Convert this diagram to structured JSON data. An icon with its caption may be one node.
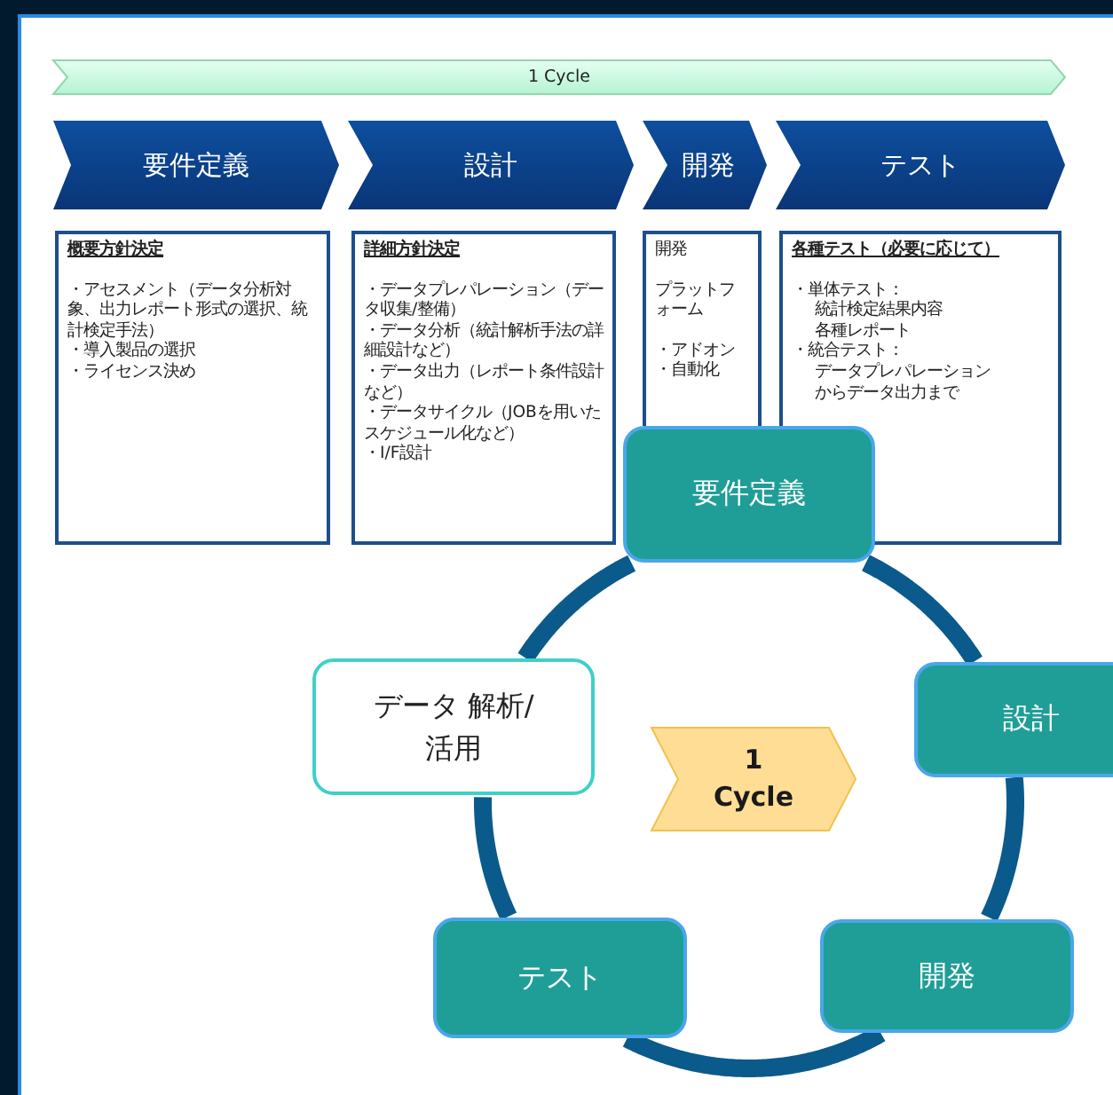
{
  "diagram": {
    "nodes": [
      {
        "text": [
          "1 Cycle"
        ]
      },
      {
        "text": [
          "要件定義"
        ]
      },
      {
        "text": [
          "設計"
        ]
      },
      {
        "text": [
          "開発"
        ]
      },
      {
        "text": [
          "テスト"
        ]
      },
      {
        "text": [
          "概要方針決定",
          "・アセスメント（データ分析対象、出力レポート形式の選択、統計検定手法）",
          "・導入製品の選択",
          "・ライセンス決め"
        ]
      },
      {
        "text": [
          "詳細方針決定",
          "・データプレパレーション（データ収集/整備）",
          "・データ分析（統計解析手法の詳細設計など）",
          "・データ出力（レポート条件設計など）",
          "・データサイクル（JOBを用いたスケジュール化など）",
          "・I/F設計"
        ]
      },
      {
        "text": [
          "開発",
          "プラットフォーム",
          "・アドオン",
          "・自動化"
        ]
      },
      {
        "text": [
          "各種テスト（必要に応じて）",
          "・単体テスト：",
          "統計検定結果内容",
          "各種レポート",
          "・統合テスト：",
          "データプレパレーション",
          "からデータ出力まで"
        ]
      },
      {
        "text": [
          "要件定義"
        ]
      },
      {
        "text": [
          "設計"
        ]
      },
      {
        "text": [
          "開発"
        ]
      },
      {
        "text": [
          "テスト"
        ]
      },
      {
        "text": [
          "データ 解析/活用"
        ]
      },
      {
        "text": [
          "1 Cycle"
        ]
      }
    ],
    "edges": [
      {
        "from": 9,
        "to": 10,
        "arrow": "none"
      },
      {
        "from": 10,
        "to": 11,
        "arrow": "none"
      },
      {
        "from": 11,
        "to": 12,
        "arrow": "none"
      },
      {
        "from": 12,
        "to": 13,
        "arrow": "none"
      },
      {
        "from": 13,
        "to": 9,
        "arrow": "none"
      }
    ]
  }
}
